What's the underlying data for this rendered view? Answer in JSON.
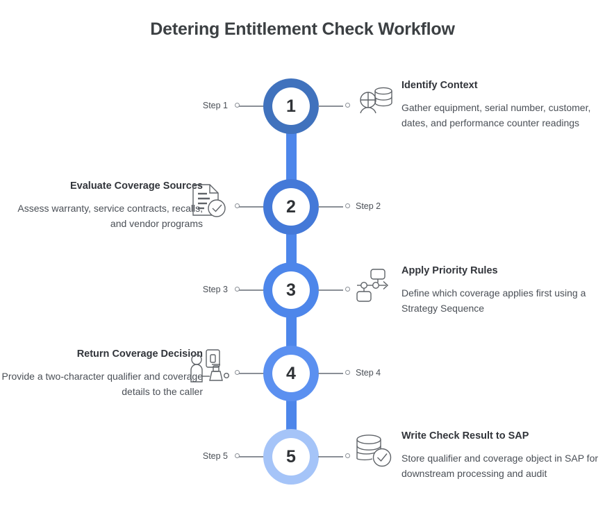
{
  "title": "Detering Entitlement Check Workflow",
  "accent_colors": {
    "step1": "#4072bd",
    "step2": "#4479d8",
    "step3": "#4d86ea",
    "step4": "#5b90f0",
    "step5": "#a5c4f8",
    "spine": "#4d86ea",
    "connector": "#8a8f96",
    "text_heading": "#31343a",
    "text_body": "#4a4f56"
  },
  "steps": [
    {
      "number": "1",
      "label": "Step 1",
      "heading": "Identify Context",
      "description": "Gather equipment, serial number, customer, dates, and performance counter readings",
      "icon": "person-database-icon",
      "side": "right",
      "color": "#4072bd"
    },
    {
      "number": "2",
      "label": "Step 2",
      "heading": "Evaluate Coverage Sources",
      "description": "Assess warranty, service contracts, recalls, and vendor programs",
      "icon": "document-check-icon",
      "side": "left",
      "color": "#4479d8"
    },
    {
      "number": "3",
      "label": "Step 3",
      "heading": "Apply Priority Rules",
      "description": "Define which coverage applies first using a Strategy Sequence",
      "icon": "flowchart-arrow-icon",
      "side": "right",
      "color": "#4d86ea"
    },
    {
      "number": "4",
      "label": "Step 4",
      "heading": "Return Coverage Decision",
      "description": "Provide a two-character qualifier and coverage details to the caller",
      "icon": "person-desk-icon",
      "side": "left",
      "color": "#5b90f0"
    },
    {
      "number": "5",
      "label": "Step 5",
      "heading": "Write Check Result to SAP",
      "description": "Store qualifier and coverage object in SAP for downstream processing and audit",
      "icon": "database-check-icon",
      "side": "right",
      "color": "#a5c4f8"
    }
  ]
}
